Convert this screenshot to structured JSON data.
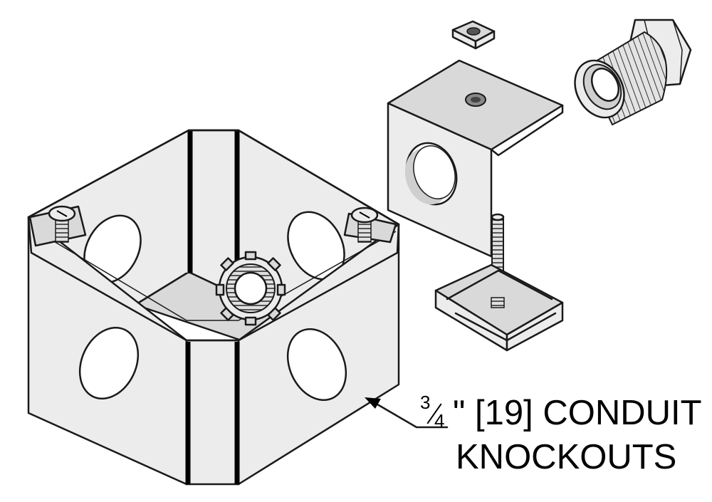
{
  "diagram": {
    "callout": {
      "fraction_numerator": "3",
      "fraction_denominator": "4",
      "line1_rest": "\" [19] CONDUIT",
      "line2": "KNOCKOUTS"
    },
    "colors": {
      "metal_fill": "#ececec",
      "metal_shade": "#d6d6d6",
      "outline": "#1a1a1a",
      "hole": "#ffffff"
    }
  }
}
